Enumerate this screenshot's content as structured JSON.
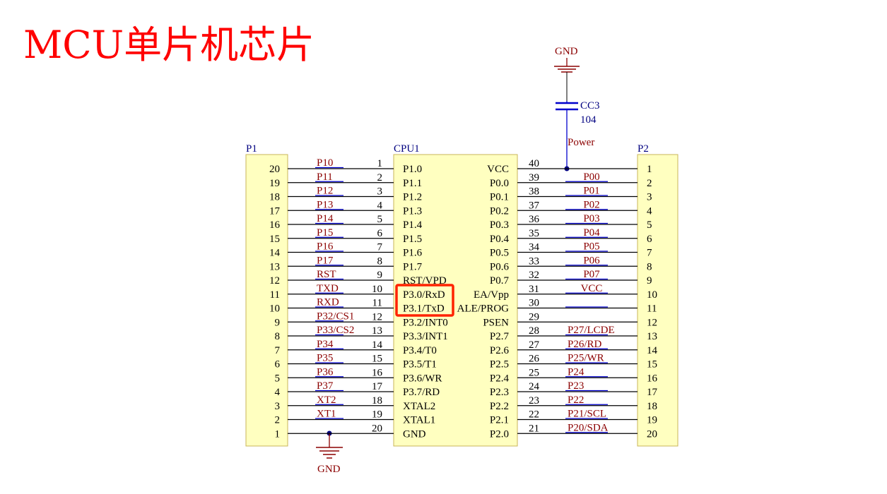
{
  "title": "MCU单片机芯片",
  "cpu": {
    "designator": "CPU1",
    "left_pins": [
      {
        "num": "1",
        "name": "P1.0"
      },
      {
        "num": "2",
        "name": "P1.1"
      },
      {
        "num": "3",
        "name": "P1.2"
      },
      {
        "num": "4",
        "name": "P1.3"
      },
      {
        "num": "5",
        "name": "P1.4"
      },
      {
        "num": "6",
        "name": "P1.5"
      },
      {
        "num": "7",
        "name": "P1.6"
      },
      {
        "num": "8",
        "name": "P1.7"
      },
      {
        "num": "9",
        "name": "RST/VPD"
      },
      {
        "num": "10",
        "name": "P3.0/RxD"
      },
      {
        "num": "11",
        "name": "P3.1/TxD"
      },
      {
        "num": "12",
        "name": "P3.2/INT0"
      },
      {
        "num": "13",
        "name": "P3.3/INT1"
      },
      {
        "num": "14",
        "name": "P3.4/T0"
      },
      {
        "num": "15",
        "name": "P3.5/T1"
      },
      {
        "num": "16",
        "name": "P3.6/WR"
      },
      {
        "num": "17",
        "name": "P3.7/RD"
      },
      {
        "num": "18",
        "name": "XTAL2"
      },
      {
        "num": "19",
        "name": "XTAL1"
      },
      {
        "num": "20",
        "name": "GND"
      }
    ],
    "right_pins": [
      {
        "num": "40",
        "name": "VCC"
      },
      {
        "num": "39",
        "name": "P0.0"
      },
      {
        "num": "38",
        "name": "P0.1"
      },
      {
        "num": "37",
        "name": "P0.2"
      },
      {
        "num": "36",
        "name": "P0.3"
      },
      {
        "num": "35",
        "name": "P0.4"
      },
      {
        "num": "34",
        "name": "P0.5"
      },
      {
        "num": "33",
        "name": "P0.6"
      },
      {
        "num": "32",
        "name": "P0.7"
      },
      {
        "num": "31",
        "name": "EA/Vpp"
      },
      {
        "num": "30",
        "name": "ALE/PROG"
      },
      {
        "num": "29",
        "name": "PSEN"
      },
      {
        "num": "28",
        "name": "P2.7"
      },
      {
        "num": "27",
        "name": "P2.6"
      },
      {
        "num": "26",
        "name": "P2.5"
      },
      {
        "num": "25",
        "name": "P2.4"
      },
      {
        "num": "24",
        "name": "P2.3"
      },
      {
        "num": "23",
        "name": "P2.2"
      },
      {
        "num": "22",
        "name": "P2.1"
      },
      {
        "num": "21",
        "name": "P2.0"
      }
    ]
  },
  "p1": {
    "designator": "P1",
    "pins": [
      "20",
      "19",
      "18",
      "17",
      "16",
      "15",
      "14",
      "13",
      "12",
      "11",
      "10",
      "9",
      "8",
      "7",
      "6",
      "5",
      "4",
      "3",
      "2",
      "1"
    ],
    "nets": [
      "P10",
      "P11",
      "P12",
      "P13",
      "P14",
      "P15",
      "P16",
      "P17",
      "RST",
      "TXD",
      "RXD",
      "P32/CS1",
      "P33/CS2",
      "P34",
      "P35",
      "P36",
      "P37",
      "XT2",
      "XT1",
      ""
    ]
  },
  "p2": {
    "designator": "P2",
    "pins": [
      "1",
      "2",
      "3",
      "4",
      "5",
      "6",
      "7",
      "8",
      "9",
      "10",
      "11",
      "12",
      "13",
      "14",
      "15",
      "16",
      "17",
      "18",
      "19",
      "20"
    ],
    "nets": [
      "",
      "P00",
      "P01",
      "P02",
      "P03",
      "P04",
      "P05",
      "P06",
      "P07",
      "VCC",
      "",
      "",
      "P27/LCDE",
      "P26/RD",
      "P25/WR",
      "P24",
      "P23",
      "P22",
      "P21/SCL",
      "P20/SDA"
    ]
  },
  "capacitor": {
    "designator": "CC3",
    "value": "104"
  },
  "power_net": "Power",
  "gnd_top": "GND",
  "gnd_bottom": "GND",
  "highlight": {
    "pins": [
      "P3.0/RxD",
      "P3.1/TxD"
    ],
    "color": "#ff2200"
  },
  "colors": {
    "title": "#ff0000",
    "wire": "#000000",
    "net_label": "#8b0000",
    "net_underline": "#0000cc",
    "component_fill": "#ffffc0",
    "component_border": "#c8b45a",
    "designator": "#000080",
    "ground": "#8b0000",
    "capacitor": "#0000cc",
    "junction": "#000080"
  }
}
